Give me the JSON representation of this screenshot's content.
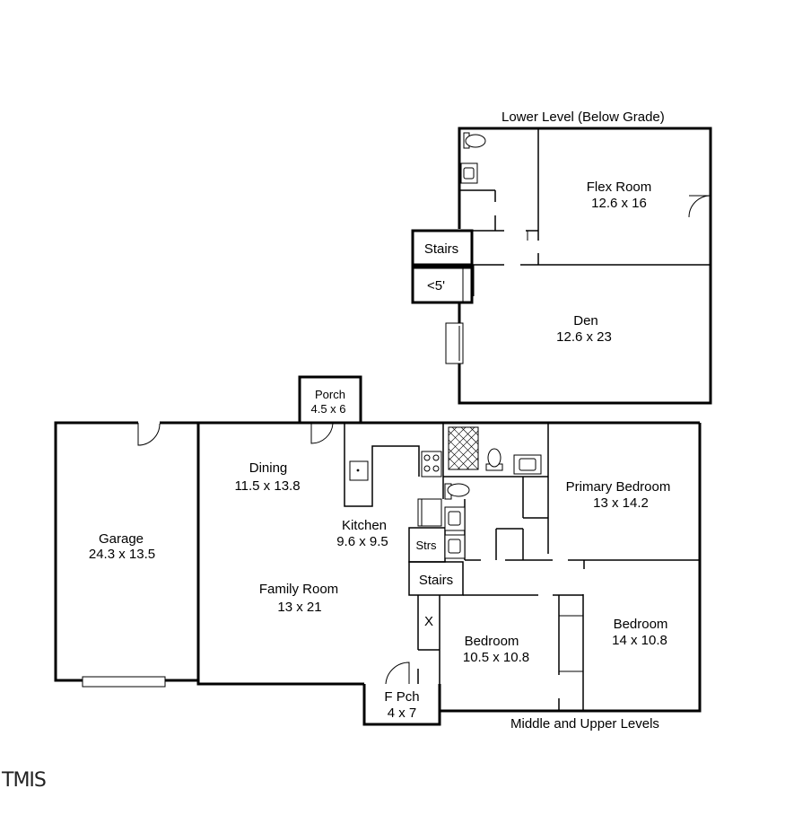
{
  "levels": {
    "lower_caption": "Lower Level (Below Grade)",
    "main_caption": "Middle and Upper Levels"
  },
  "rooms": {
    "flex": {
      "name": "Flex Room",
      "size": "12.6 x 16"
    },
    "den": {
      "name": "Den",
      "size": "12.6 x 23"
    },
    "stairs_lower": {
      "name": "Stairs"
    },
    "low_ceiling": {
      "name": "<5'"
    },
    "porch": {
      "name": "Porch",
      "size": "4.5 x 6"
    },
    "garage": {
      "name": "Garage",
      "size": "24.3 x 13.5"
    },
    "dining": {
      "name": "Dining",
      "size": "11.5 x 13.8"
    },
    "kitchen": {
      "name": "Kitchen",
      "size": "9.6  x 9.5"
    },
    "family": {
      "name": "Family Room",
      "size": "13 x 21"
    },
    "primary": {
      "name": "Primary Bedroom",
      "size": "13 x 14.2"
    },
    "strs": {
      "name": "Strs"
    },
    "stairs_main": {
      "name": "Stairs"
    },
    "closet_x": {
      "name": "X"
    },
    "bed1": {
      "name": "Bedroom",
      "size": "10.5 x 10.8"
    },
    "bed2": {
      "name": "Bedroom",
      "size": "14 x 10.8"
    },
    "front_porch": {
      "name": "F Pch",
      "size": "4 x 7"
    }
  },
  "brand": {
    "mark": "TMIS"
  }
}
